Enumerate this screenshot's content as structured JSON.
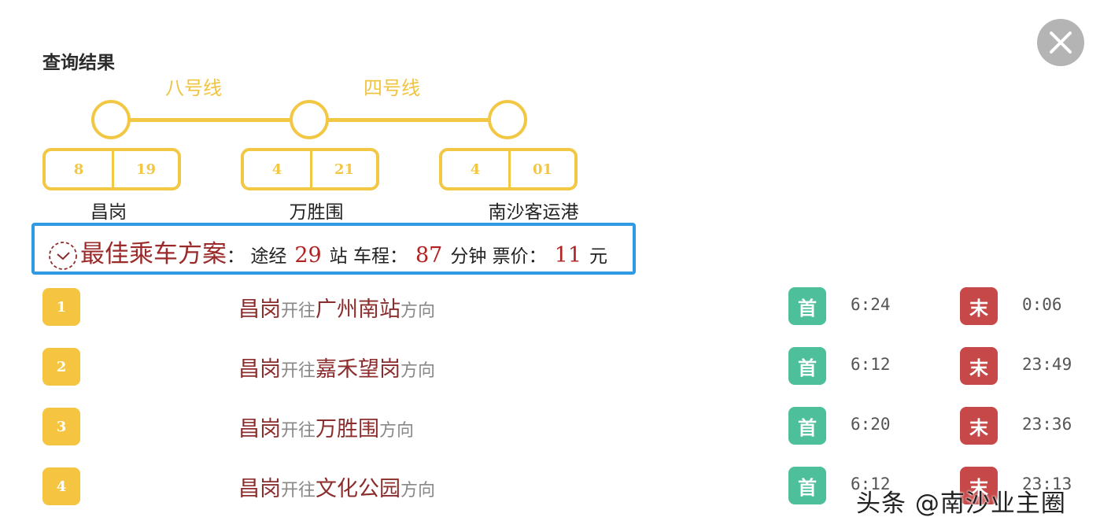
{
  "title": "查询结果",
  "lines": [
    {
      "label": "八号线"
    },
    {
      "label": "四号线"
    }
  ],
  "stations": [
    {
      "name": "昌岗",
      "codes": [
        "8",
        "19"
      ]
    },
    {
      "name": "万胜围",
      "codes": [
        "4",
        "21"
      ]
    },
    {
      "name": "南沙客运港",
      "codes": [
        "4",
        "01"
      ]
    }
  ],
  "plan": {
    "title": "最佳乘车方案",
    "colon": "：",
    "pass_label": "途经",
    "stations_count": "29",
    "stations_unit": "站",
    "duration_label": "车程：",
    "duration": "87",
    "duration_unit": "分钟",
    "price_label": "票价：",
    "price": "11",
    "price_unit": "元"
  },
  "directions": [
    {
      "index": "1",
      "from": "昌岗",
      "mid": "开往",
      "to": "广州南站",
      "suffix": "方向",
      "first_label": "首",
      "first_time": "6:24",
      "last_label": "末",
      "last_time": "0:06"
    },
    {
      "index": "2",
      "from": "昌岗",
      "mid": "开往",
      "to": "嘉禾望岗",
      "suffix": "方向",
      "first_label": "首",
      "first_time": "6:12",
      "last_label": "末",
      "last_time": "23:49"
    },
    {
      "index": "3",
      "from": "昌岗",
      "mid": "开往",
      "to": "万胜围",
      "suffix": "方向",
      "first_label": "首",
      "first_time": "6:20",
      "last_label": "末",
      "last_time": "23:36"
    },
    {
      "index": "4",
      "from": "昌岗",
      "mid": "开往",
      "to": "文化公园",
      "suffix": "方向",
      "first_label": "首",
      "first_time": "6:12",
      "last_label": "末",
      "last_time": "23:13"
    }
  ],
  "watermark": "头条 @南沙业主圈",
  "colors": {
    "accent_yellow": "#f2c744",
    "banner_blue": "#2f9ae3",
    "first_green": "#4dbf9a",
    "last_red": "#c74848"
  }
}
